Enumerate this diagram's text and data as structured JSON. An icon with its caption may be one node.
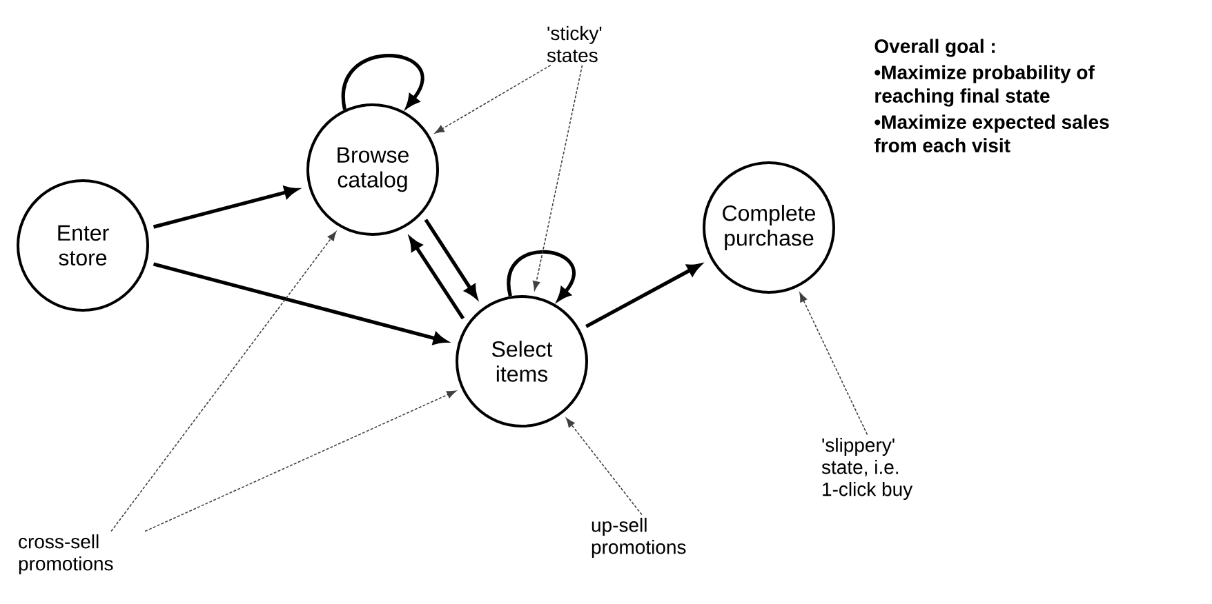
{
  "diagram": {
    "nodes": [
      {
        "text": [
          "Enter store"
        ]
      },
      {
        "text": [
          "Browse catalog"
        ]
      },
      {
        "text": [
          "Select items"
        ]
      },
      {
        "text": [
          "Complete purchase"
        ]
      },
      {
        "text": [
          "'sticky' states"
        ]
      },
      {
        "text": [
          "cross-sell promotions"
        ]
      },
      {
        "text": [
          "up-sell promotions"
        ]
      },
      {
        "text": [
          "'slippery' state, i.e. 1-click buy"
        ]
      }
    ],
    "edges": [
      {
        "from": 1,
        "to": 1,
        "arrow": "to"
      },
      {
        "from": 0,
        "to": 1,
        "arrow": "to"
      },
      {
        "from": 0,
        "to": 2,
        "arrow": "to"
      },
      {
        "from": 1,
        "to": 2,
        "arrow": "to"
      },
      {
        "from": 2,
        "to": 1,
        "arrow": "to"
      },
      {
        "from": 2,
        "to": 2,
        "arrow": "to"
      },
      {
        "from": 2,
        "to": 3,
        "arrow": "to"
      },
      {
        "from": 4,
        "to": 1,
        "arrow": "to",
        "style": "dashed"
      },
      {
        "from": 4,
        "to": 2,
        "arrow": "to",
        "style": "dashed"
      },
      {
        "from": 5,
        "to": 1,
        "arrow": "to",
        "style": "dashed"
      },
      {
        "from": 5,
        "to": 2,
        "arrow": "to",
        "style": "dashed"
      },
      {
        "from": 6,
        "to": 2,
        "arrow": "to",
        "style": "dashed"
      },
      {
        "from": 7,
        "to": 3,
        "arrow": "to",
        "style": "dashed"
      }
    ],
    "labels": [
      "Overall goal :",
      "•Maximize probability of reaching final state",
      "•Maximize expected sales from each visit"
    ]
  }
}
